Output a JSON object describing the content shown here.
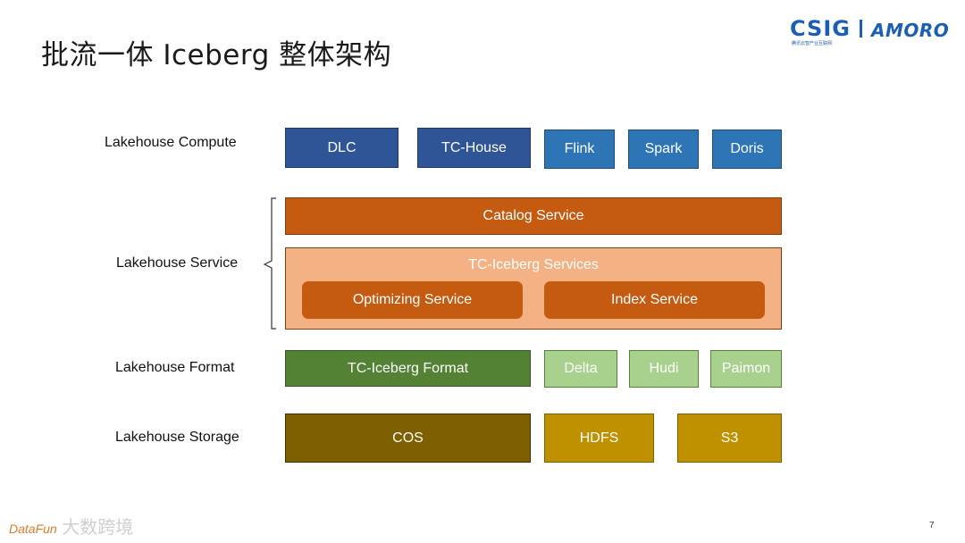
{
  "slide": {
    "title": "批流一体 Iceberg 整体架构",
    "page_number": "7"
  },
  "logos": {
    "csig": "CSIG",
    "csig_sub": "腾讯云智产业互联网",
    "amoro": "AMORO"
  },
  "rows": {
    "compute": {
      "label": "Lakehouse Compute",
      "items": [
        "DLC",
        "TC-House",
        "Flink",
        "Spark",
        "Doris"
      ]
    },
    "service": {
      "label": "Lakehouse Service",
      "catalog": "Catalog Service",
      "group_title": "TC-Iceberg Services",
      "optimizing": "Optimizing Service",
      "index": "Index Service"
    },
    "format": {
      "label": "Lakehouse Format",
      "items": [
        "TC-Iceberg Format",
        "Delta",
        "Hudi",
        "Paimon"
      ]
    },
    "storage": {
      "label": "Lakehouse Storage",
      "items": [
        "COS",
        "HDFS",
        "S3"
      ]
    }
  },
  "watermark": {
    "brand": "DataFun",
    "text": "大数跨境"
  },
  "colors": {
    "compute_dark": "#2f5597",
    "compute_light": "#2e75b6",
    "service_orange": "#c55a11",
    "service_peach": "#f4b183",
    "format_green": "#548235",
    "format_light_green": "#a9d18e",
    "storage_dark": "#7f6000",
    "storage_gold": "#bf9000",
    "logo_blue": "#1a5fb4"
  }
}
